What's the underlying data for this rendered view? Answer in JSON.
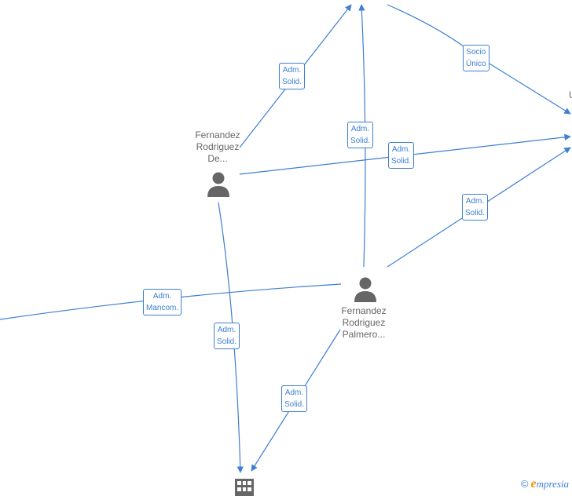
{
  "persons": [
    {
      "id": "p1",
      "name": [
        "Fernandez",
        "Rodriguez",
        "De..."
      ]
    },
    {
      "id": "p2",
      "name": [
        "Fernandez",
        "Rodriguez",
        "Palmero..."
      ]
    }
  ],
  "edges": [
    {
      "id": "e1",
      "label": [
        "Adm.",
        "Solid."
      ]
    },
    {
      "id": "e2",
      "label": [
        "Adm.",
        "Solid."
      ]
    },
    {
      "id": "e3",
      "label": [
        "Socio",
        "Único"
      ]
    },
    {
      "id": "e4",
      "label": [
        "Adm.",
        "Solid."
      ]
    },
    {
      "id": "e5",
      "label": [
        "Adm.",
        "Solid."
      ]
    },
    {
      "id": "e6",
      "label": [
        "Adm.",
        "Mancom."
      ]
    },
    {
      "id": "e7",
      "label": [
        "Adm.",
        "Solid."
      ]
    },
    {
      "id": "e8",
      "label": [
        "Adm.",
        "Solid."
      ]
    }
  ],
  "fragment_text": "U",
  "watermark": {
    "copyright": "©",
    "brand_initial": "e",
    "brand_rest": "mpresia"
  },
  "colors": {
    "edge": "#3d7fd1",
    "node": "#666666",
    "brand": "#f39200"
  }
}
